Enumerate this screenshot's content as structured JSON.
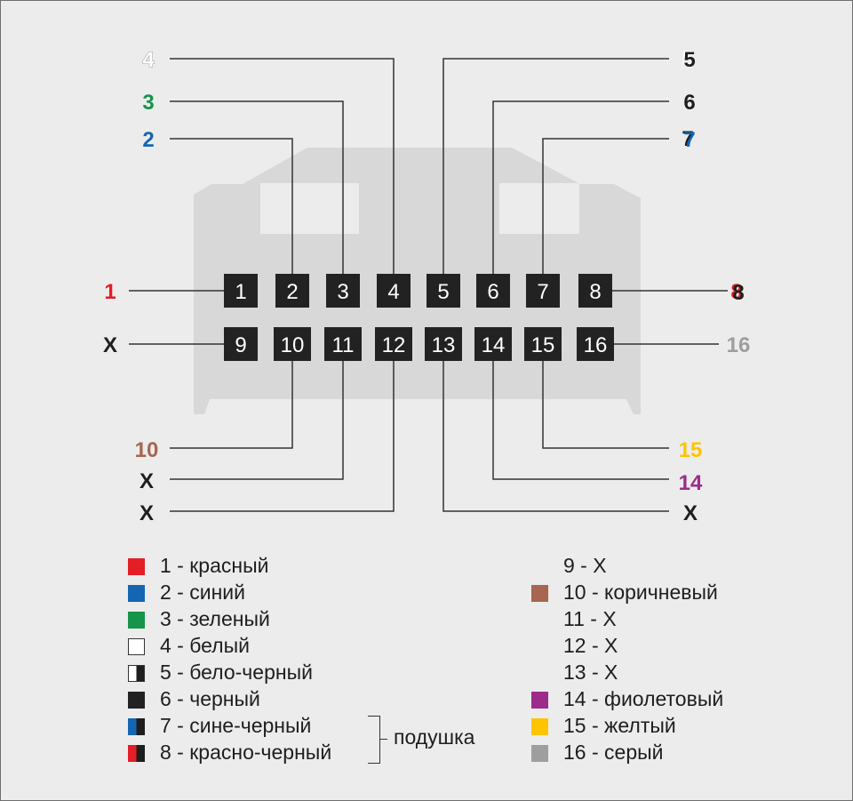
{
  "pins": [
    "1",
    "2",
    "3",
    "4",
    "5",
    "6",
    "7",
    "8",
    "9",
    "10",
    "11",
    "12",
    "13",
    "14",
    "15",
    "16"
  ],
  "callouts": {
    "c4": {
      "text": "4",
      "color": "#ffffff"
    },
    "c3": {
      "text": "3",
      "color": "#16944a"
    },
    "c2": {
      "text": "2",
      "color": "#1466b3"
    },
    "c5": {
      "text": "5",
      "color": "#1e1e1e",
      "shadow": "#ffffff"
    },
    "c6": {
      "text": "6",
      "color": "#1e1e1e"
    },
    "c7": {
      "text": "7",
      "color": "#1466b3",
      "shadow": "#1e1e1e"
    },
    "c1": {
      "text": "1",
      "color": "#e31e24"
    },
    "c8": {
      "text": "8",
      "color": "#1e1e1e",
      "shadow": "#e31e24"
    },
    "c9": {
      "text": "X",
      "color": "#1e1e1e"
    },
    "c16": {
      "text": "16",
      "color": "#9e9e9e"
    },
    "c10": {
      "text": "10",
      "color": "#a66650"
    },
    "c11": {
      "text": "X",
      "color": "#1e1e1e"
    },
    "c12": {
      "text": "X",
      "color": "#1e1e1e"
    },
    "c15": {
      "text": "15",
      "color": "#ffc400"
    },
    "c14": {
      "text": "14",
      "color": "#9c2b8c"
    },
    "c13": {
      "text": "X",
      "color": "#1e1e1e"
    }
  },
  "legend_left": [
    {
      "text": "1 - красный",
      "swatch": "#e31e24"
    },
    {
      "text": "2 - синий",
      "swatch": "#1466b3"
    },
    {
      "text": "3 - зеленый",
      "swatch": "#16944a"
    },
    {
      "text": "4 - белый",
      "swatch": "#ffffff"
    },
    {
      "text": "5 - бело-черный",
      "swatch": "#ffffff",
      "stripe": "#1e1e1e"
    },
    {
      "text": "6 - черный",
      "swatch": "#222222"
    },
    {
      "text": "7 - сине-черный",
      "swatch": "#1466b3",
      "stripe": "#1e1e1e"
    },
    {
      "text": "8 - красно-черный",
      "swatch": "#e31e24",
      "stripe": "#1e1e1e"
    }
  ],
  "legend_right": [
    {
      "text": "9 - X"
    },
    {
      "text": "10 - коричневый",
      "swatch": "#a66650"
    },
    {
      "text": "11 - X"
    },
    {
      "text": "12 - X"
    },
    {
      "text": "13 - X"
    },
    {
      "text": "14 - фиолетовый",
      "swatch": "#9c2b8c"
    },
    {
      "text": "15 - желтый",
      "swatch": "#ffc400"
    },
    {
      "text": "16 - серый",
      "swatch": "#9e9e9e"
    }
  ],
  "group_label": "подушка",
  "colors": {
    "housing": "#d8d8d8",
    "pin": "#222222",
    "line": "#333333"
  }
}
